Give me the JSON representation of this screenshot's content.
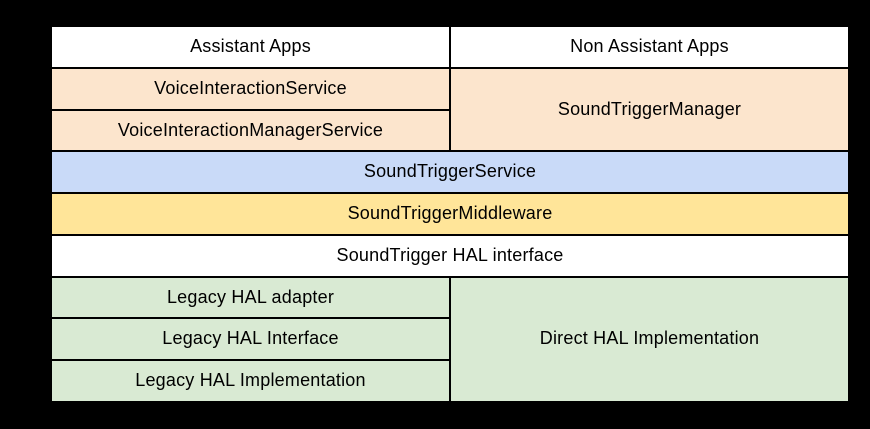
{
  "palette": {
    "canvas_background": "#000000",
    "grid_line": "#000000",
    "text": "#000000",
    "white": "#ffffff",
    "peach": "#fce5cd",
    "blue": "#c9daf8",
    "yellow": "#ffe599",
    "green": "#d9ead3"
  },
  "diagram": {
    "cells": {
      "assistant_apps": "Assistant Apps",
      "non_assistant_apps": "Non Assistant Apps",
      "voice_interaction_service": "VoiceInteractionService",
      "voice_interaction_manager_service": "VoiceInteractionManagerService",
      "sound_trigger_manager": "SoundTriggerManager",
      "sound_trigger_service": "SoundTriggerService",
      "sound_trigger_middleware": "SoundTriggerMiddleware",
      "soundtrigger_hal_interface": "SoundTrigger HAL interface",
      "legacy_hal_adapter": "Legacy HAL adapter",
      "legacy_hal_interface": "Legacy HAL Interface",
      "legacy_hal_implementation": "Legacy HAL Implementation",
      "direct_hal_implementation": "Direct HAL Implementation"
    }
  }
}
